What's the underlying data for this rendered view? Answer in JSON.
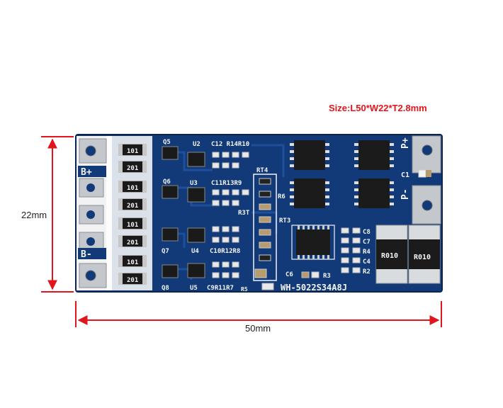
{
  "size_caption": "Size:L50*W22*T2.8mm",
  "dimensions": {
    "height_label": "22mm",
    "width_label": "50mm"
  },
  "colors": {
    "pcb": "#123a78",
    "dimension_line": "#e0161c",
    "pad": "#c8ccd0"
  },
  "silkscreen": {
    "b_plus": "B+",
    "b_minus": "B-",
    "p_plus": "P+",
    "p_minus": "P-",
    "q5": "Q5",
    "q6": "Q6",
    "q7": "Q7",
    "q8": "Q8",
    "u2": "U2",
    "u3": "U3",
    "u4": "U4",
    "u5": "U5",
    "row1": "C12 R14R10",
    "row2": "C11R13R9",
    "row3": "C10R12R8",
    "row4": "C9R11R7",
    "rt4": "RT4",
    "rt3": "RT3",
    "r6": "R6",
    "r3t": "R3T",
    "r5": "R5",
    "c1": "C1",
    "c6": "C6",
    "r3": "R3",
    "c8": "C8",
    "c7": "C7",
    "r4": "R4",
    "c4": "C4",
    "r2": "R2",
    "shunt1": "R010",
    "shunt2": "R010",
    "res201": "201",
    "res101": "101",
    "model": "WH-5022S34A8J"
  }
}
